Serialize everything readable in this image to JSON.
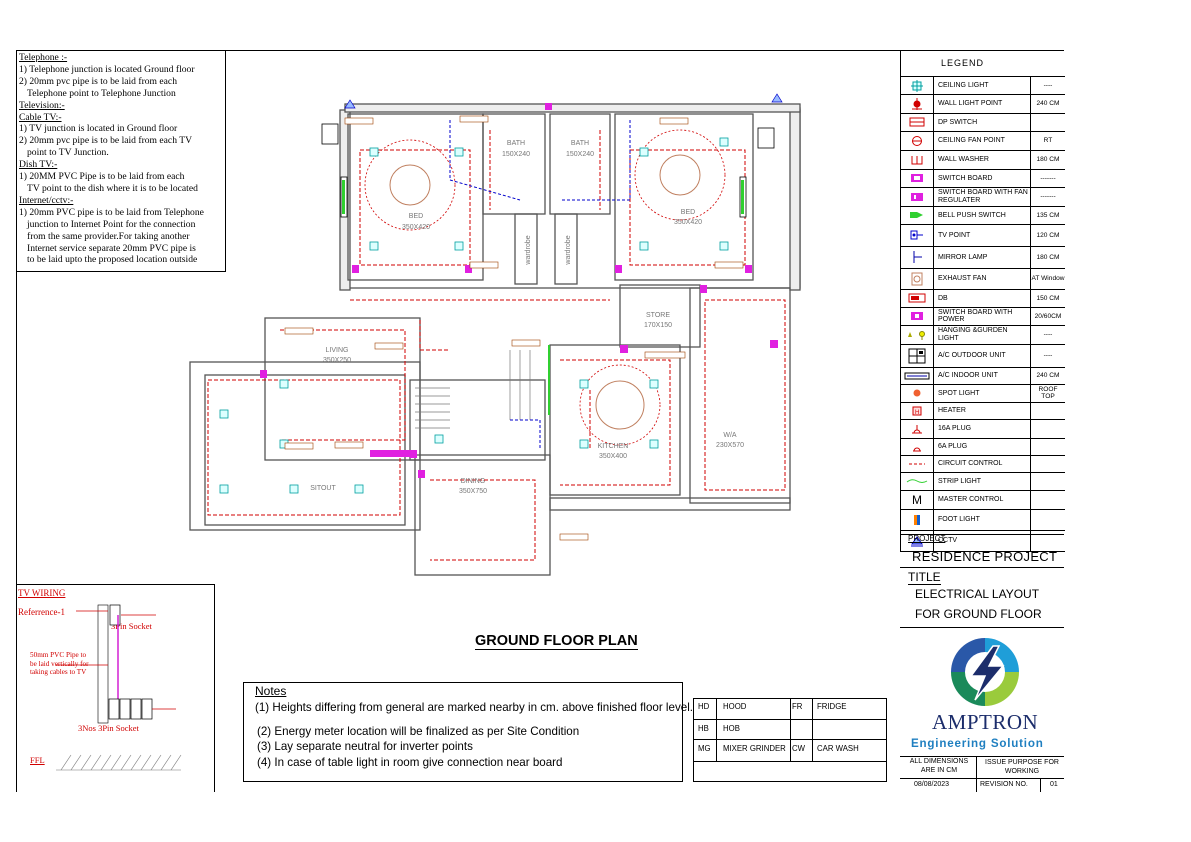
{
  "telephone_notes": [
    "Telephone :-",
    "1) Telephone  junction  is located Ground floor",
    "2) 20mm pvc pipe is to be laid from  each",
    "Telephone point to Telephone Junction",
    "Television:-",
    "Cable TV:-",
    "1)  TV  junction  is located in Ground floor",
    "2) 20mm pvc pipe is to be laid  from each TV",
    "point  to TV Junction.",
    "Dish TV:-",
    "1)  20MM PVC Pipe is to be laid from each",
    "TV point to the dish where it is to be located",
    "Internet/cctv:-",
    "1) 20mm PVC pipe is to be laid from Telephone",
    "junction to Internet Point for the connection",
    "from the same provider.For taking another",
    "Internet service separate 20mm PVC pipe is",
    "to be laid upto the proposed location outside"
  ],
  "legend": {
    "title": "LEGEND",
    "items": [
      {
        "icon": "ceiling-light",
        "name": "CEILING LIGHT",
        "value": "----"
      },
      {
        "icon": "wall-light-point",
        "name": "WALL LIGHT POINT",
        "value": "240 CM"
      },
      {
        "icon": "dp-switch",
        "name": "DP SWITCH",
        "value": ""
      },
      {
        "icon": "ceiling-fan-point",
        "name": "CEILING FAN POINT",
        "value": "RT"
      },
      {
        "icon": "wall-washer",
        "name": "WALL WASHER",
        "value": "180 CM"
      },
      {
        "icon": "switch-board",
        "name": "SWITCH BOARD",
        "value": "-------"
      },
      {
        "icon": "switch-board-fan-regulator",
        "name": "SWITCH BOARD WITH FAN REGULATER",
        "value": "-------"
      },
      {
        "icon": "bell-push-switch",
        "name": "BELL PUSH SWITCH",
        "value": "135 CM"
      },
      {
        "icon": "tv-point",
        "name": "TV POINT",
        "value": "120 CM"
      },
      {
        "icon": "mirror-lamp",
        "name": "MIRROR LAMP",
        "value": "180 CM"
      },
      {
        "icon": "exhaust-fan",
        "name": "EXHAUST FAN",
        "value": "AT Window"
      },
      {
        "icon": "db",
        "name": "DB",
        "value": "150 CM"
      },
      {
        "icon": "switch-board-power",
        "name": "SWITCH BOARD WITH POWER",
        "value": "20/60CM"
      },
      {
        "icon": "hanging-garden-light",
        "name": "HANGING &GURDEN LIGHT",
        "value": "----"
      },
      {
        "icon": "ac-outdoor-unit",
        "name": "A/C OUTDOOR UNIT",
        "value": "----"
      },
      {
        "icon": "ac-indoor-unit",
        "name": "A/C INDOOR UNIT",
        "value": "240 CM"
      },
      {
        "icon": "spot-light",
        "name": "SPOT LIGHT",
        "value": "ROOF TOP"
      },
      {
        "icon": "heater",
        "name": "HEATER",
        "value": ""
      },
      {
        "icon": "16a-plug",
        "name": "16A PLUG",
        "value": ""
      },
      {
        "icon": "6a-plug",
        "name": "6A PLUG",
        "value": ""
      },
      {
        "icon": "circuit-control",
        "name": "CIRCUIT  CONTROL",
        "value": ""
      },
      {
        "icon": "strip-light",
        "name": "STRIP LIGHT",
        "value": ""
      },
      {
        "icon": "master-control",
        "name": "MASTER  CONTROL",
        "value": ""
      },
      {
        "icon": "foot-light",
        "name": "FOOT LIGHT",
        "value": ""
      },
      {
        "icon": "cctv",
        "name": "CCTV",
        "value": ""
      }
    ]
  },
  "title_block": {
    "project_label": "PROJECT",
    "project_name": "RESIDENCE PROJECT",
    "title_label": "TITLE",
    "title_line1": "ELECTRICAL LAYOUT",
    "title_line2": "FOR GROUND FLOOR",
    "company": "AMPTRON",
    "company_sub": "Engineering Solution",
    "dims_note": "ALL DIMENSIONS ARE IN CM",
    "issue_purpose": "ISSUE PURPOSE FOR WORKING",
    "date": "08/08/2023",
    "revision_label": "REVISION NO.",
    "revision_no": "01"
  },
  "plan_title": "GROUND FLOOR PLAN",
  "notes": {
    "heading": "Notes",
    "lines": [
      "(1) Heights differing from general are marked nearby in cm. above finished floor level.",
      "(2) Energy meter location will be finalized as per Site Condition",
      "(3) Lay separate neutral for inverter points",
      "(4) In case of table light in room give connection near board"
    ]
  },
  "abbreviations": [
    {
      "code": "HD",
      "name": "HOOD"
    },
    {
      "code": "FR",
      "name": "FRIDGE"
    },
    {
      "code": "HB",
      "name": "HOB"
    },
    {
      "code": "MG",
      "name": "MIXER GRINDER"
    },
    {
      "code": "CW",
      "name": "CAR WASH"
    }
  ],
  "tv_wiring": {
    "title": "TV WIRING",
    "reference": "Referrence-1",
    "socket_top": "3Pin Socket",
    "pipe_note": "50mm PVC Pipe to be laid vertically for taking cables to TV",
    "socket_bottom": "3Nos 3Pin Socket",
    "ffl": "FFL"
  },
  "rooms": {
    "bed1": "BED",
    "bed1_size": "350X420",
    "bath1": "BATH",
    "bath1_size": "150X240",
    "bath2": "BATH",
    "bath2_size": "150X240",
    "bed2": "BED",
    "bed2_size": "350X420",
    "wardrobe1": "wardrobe",
    "wardrobe2": "wardrobe",
    "living": "LIVING",
    "living_size": "350X250",
    "store": "STORE",
    "store_size": "170X150",
    "kitchen": "KITCHEN",
    "kitchen_size": "350X400",
    "wa": "W/A",
    "wa_size": "230X570",
    "sitout": "SITOUT",
    "dining": "DINING",
    "dining_size": "350X750"
  }
}
